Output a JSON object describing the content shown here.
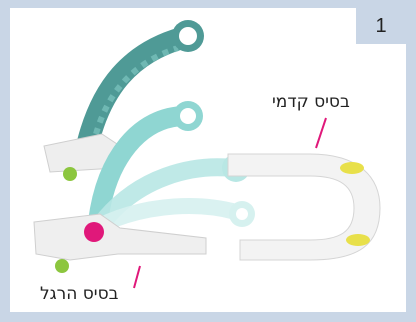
{
  "step": {
    "number": "1"
  },
  "labels": {
    "front_base": "בסיס קדמי",
    "foot_base": "בסיס הרגל"
  },
  "colors": {
    "frame": "#c9d6e6",
    "arm_dark": "#4f9a96",
    "arm_light": "#8fd6d2",
    "base": "#f1f1f1",
    "pivot": "#e0187a",
    "accent_yellow": "#e8e04a",
    "wheel": "#8cc63f"
  },
  "icons": {
    "pivot": "pivot-hinge-icon",
    "wheel": "wheel-icon"
  }
}
